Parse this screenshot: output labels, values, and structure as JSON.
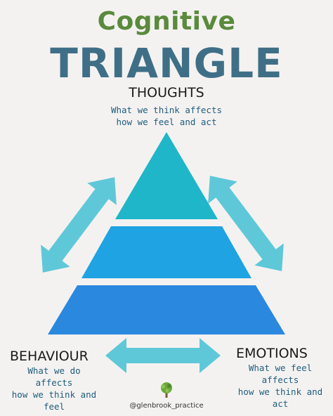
{
  "title": {
    "line1": "Cognitive",
    "line2": "TRIANGLE"
  },
  "thoughts": {
    "heading": "THOUGHTS",
    "desc_line1": "What we think affects",
    "desc_line2": "how we feel and act"
  },
  "behaviour": {
    "heading": "BEHAVIOUR",
    "desc_line1": "What we do affects",
    "desc_line2": "how we think and feel"
  },
  "emotions": {
    "heading": "EMOTIONS",
    "desc_line1": "What we feel affects",
    "desc_line2": "how we think and act"
  },
  "footer": {
    "handle": "@glenbrook_practice"
  },
  "colors": {
    "pyramid_top": "#1fb6c9",
    "pyramid_mid": "#1fa3e2",
    "pyramid_bottom": "#2a88de",
    "arrows": "#5ec8d8",
    "title_green": "#5a8a3c",
    "title_blue": "#3f6f86"
  }
}
